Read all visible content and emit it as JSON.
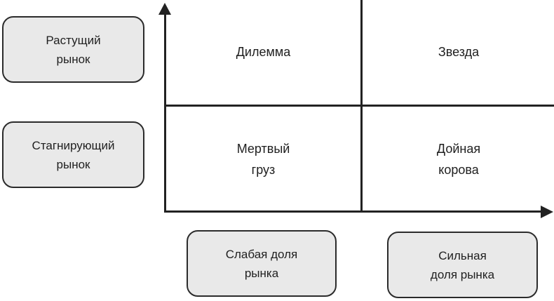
{
  "diagram": {
    "type": "bcg-matrix",
    "quadrants": [
      {
        "id": "top-left",
        "label": "Дилемма"
      },
      {
        "id": "top-right",
        "label": "Звезда"
      },
      {
        "id": "bottom-left",
        "label": "Мертвый\nгруз"
      },
      {
        "id": "bottom-right",
        "label": "Дойная\nкорова"
      }
    ],
    "row_labels": [
      {
        "id": "growing-market",
        "label": "Растущий\nрынок"
      },
      {
        "id": "stagnating-market",
        "label": "Стагнирующий\nрынок"
      }
    ],
    "column_labels": [
      {
        "id": "weak-market-share",
        "label": "Слабая доля\nрынка"
      },
      {
        "id": "strong-market-share",
        "label": "Сильная\nдоля рынка"
      }
    ],
    "colors": {
      "line": "#222222",
      "box_fill": "#e9e9e9",
      "box_border": "#2b2b2b",
      "text": "#1f1f1f",
      "background": "#ffffff"
    }
  }
}
